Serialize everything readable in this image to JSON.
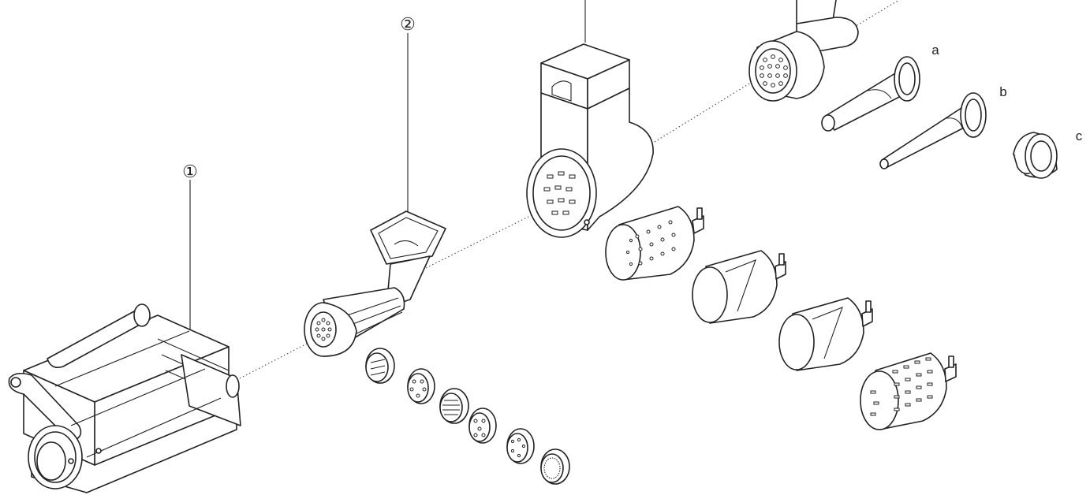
{
  "labels": {
    "part_1": "①",
    "part_2": "②",
    "part_a": "a",
    "part_b": "b",
    "part_c": "c"
  },
  "colors": {
    "line": "#222222",
    "background": "#ffffff"
  }
}
